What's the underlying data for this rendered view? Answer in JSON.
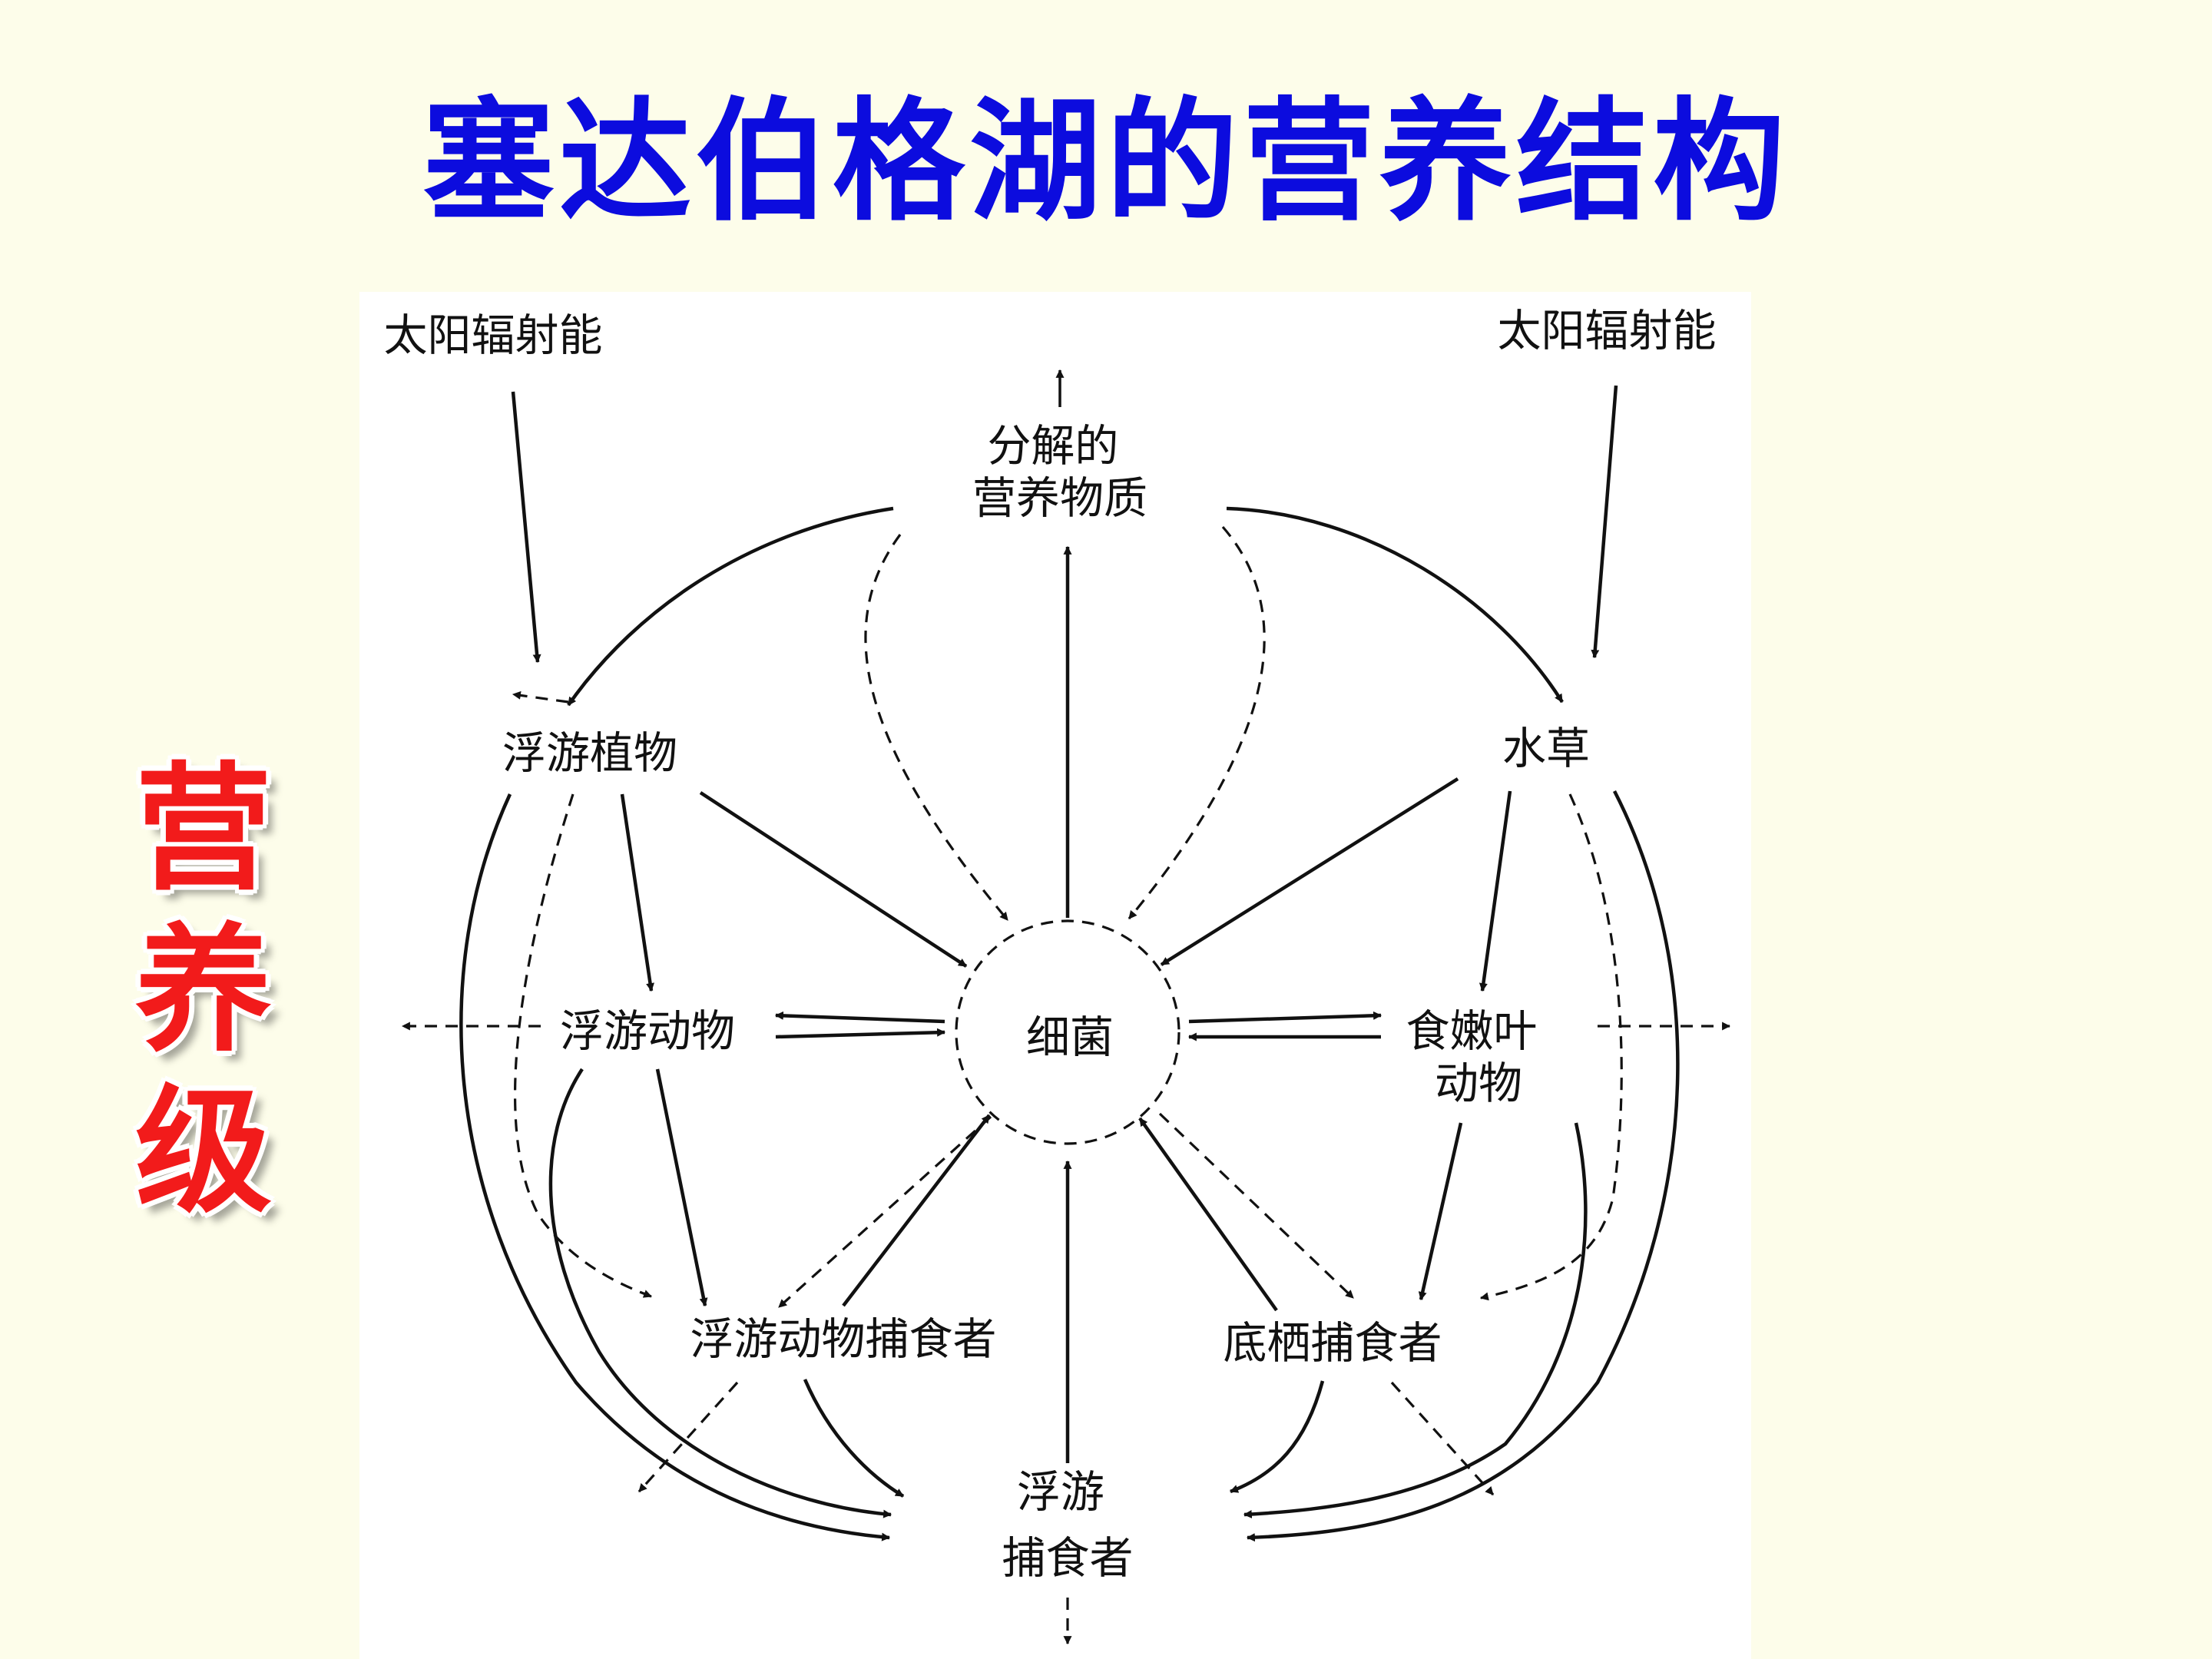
{
  "slide": {
    "title": "塞达伯格湖的营养结构",
    "side_label": [
      "营",
      "养",
      "级"
    ]
  },
  "diagram": {
    "nodes": {
      "sun_left": "太阳辐射能",
      "sun_right": "太阳辐射能",
      "nutrients": [
        "分解的",
        "营养物质"
      ],
      "phytoplankton": "浮游植物",
      "macrophytes": "水草",
      "zooplankton": "浮游动物",
      "bacteria": "细菌",
      "browsers": [
        "食嫩叶",
        "动物"
      ],
      "zoo_predators": "浮游动物捕食者",
      "benthic_predators": "底栖捕食者",
      "pelagic_predators": [
        "浮游",
        "捕食者"
      ]
    },
    "colors": {
      "title": "#0c0cde",
      "side_label": "#f21b1b",
      "background": "#fdfdea",
      "line": "#111111"
    }
  }
}
